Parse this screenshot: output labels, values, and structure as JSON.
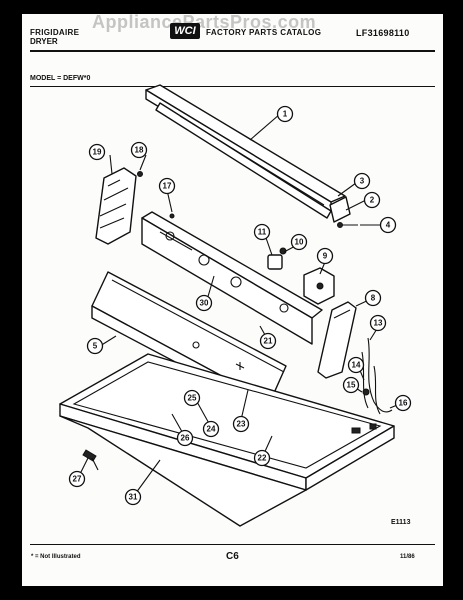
{
  "header": {
    "watermark": "AppliancePartsPros.com",
    "brand_line1": "FRIGIDAIRE",
    "brand_line2": "DRYER",
    "logo_text": "WCI",
    "catalog_title": "FACTORY PARTS CATALOG",
    "document_number": "LF31698110"
  },
  "model_line": "MODEL = DEFW*0",
  "drawing_code": "E1113",
  "footer": {
    "note": "* = Not Illustrated",
    "page_number": "C6",
    "date": "11/86"
  },
  "callouts": [
    "1",
    "2",
    "3",
    "4",
    "5",
    "8",
    "9",
    "10",
    "11",
    "13",
    "14",
    "15",
    "16",
    "17",
    "18",
    "19",
    "21",
    "22",
    "23",
    "24",
    "25",
    "26",
    "27",
    "30",
    "31"
  ]
}
